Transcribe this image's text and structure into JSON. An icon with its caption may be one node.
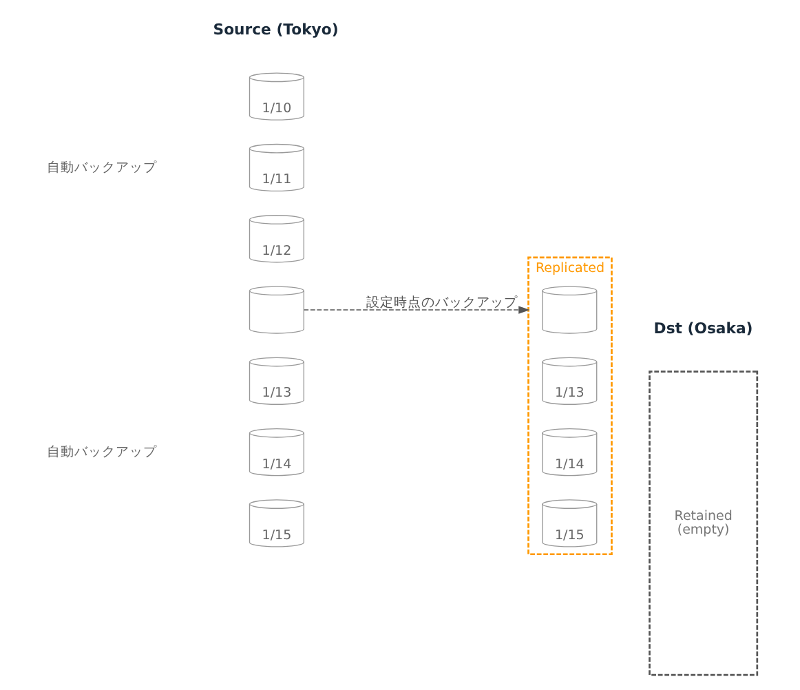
{
  "diagram": {
    "nodes": [
      {
        "text": [
          "1/10"
        ]
      },
      {
        "text": [
          "1/11"
        ]
      },
      {
        "text": [
          "1/12"
        ]
      },
      {
        "text": [],
        "shape": "cylinder"
      },
      {
        "text": [
          "1/13"
        ]
      },
      {
        "text": [
          "1/14"
        ]
      },
      {
        "text": [
          "1/15"
        ]
      },
      {
        "text": [
          "Replicated"
        ]
      },
      {
        "text": [],
        "shape": "cylinder",
        "in": 7
      },
      {
        "text": [
          "1/13"
        ],
        "in": 7
      },
      {
        "text": [
          "1/14"
        ],
        "in": 7
      },
      {
        "text": [
          "1/15"
        ],
        "in": 7
      },
      {
        "text": [
          "Retained",
          "(empty)"
        ]
      }
    ],
    "edges": [
      {
        "from": 3,
        "to": 7,
        "arrow": "to",
        "style": "dashed",
        "label": "設定時点のバックアップ"
      }
    ],
    "labels": [
      "Source (Tokyo)",
      "Dst (Osaka)",
      "自動バックアップ",
      "自動バックアップ"
    ]
  }
}
